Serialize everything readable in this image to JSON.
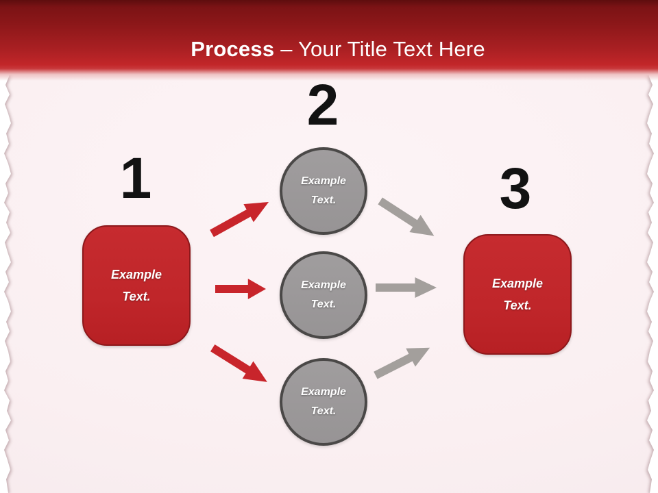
{
  "header": {
    "title_bold": "Process",
    "title_rest": "– Your Title Text Here"
  },
  "steps": [
    {
      "number": "1",
      "text": "Example Text."
    },
    {
      "number": "2",
      "circle_texts": [
        "Example Text.",
        "Example Text.",
        "Example Text."
      ]
    },
    {
      "number": "3",
      "text": "Example Text."
    }
  ],
  "icons": {
    "red_arrows": [
      "arrow-up-right",
      "arrow-right",
      "arrow-down-right"
    ],
    "gray_arrows": [
      "arrow-down-right",
      "arrow-right",
      "arrow-up-right"
    ]
  },
  "colors": {
    "header_red_dark": "#5e0d0e",
    "header_red": "#c22629",
    "shape_red": "#c0262a",
    "shape_red_border": "#8d181b",
    "arrow_red": "#c8252b",
    "shape_gray": "#999697",
    "shape_gray_border": "#4a4847",
    "arrow_gray": "#a39f9c",
    "background_pink": "#faeff1",
    "number_black": "#121212",
    "text_white": "#ffffff"
  }
}
